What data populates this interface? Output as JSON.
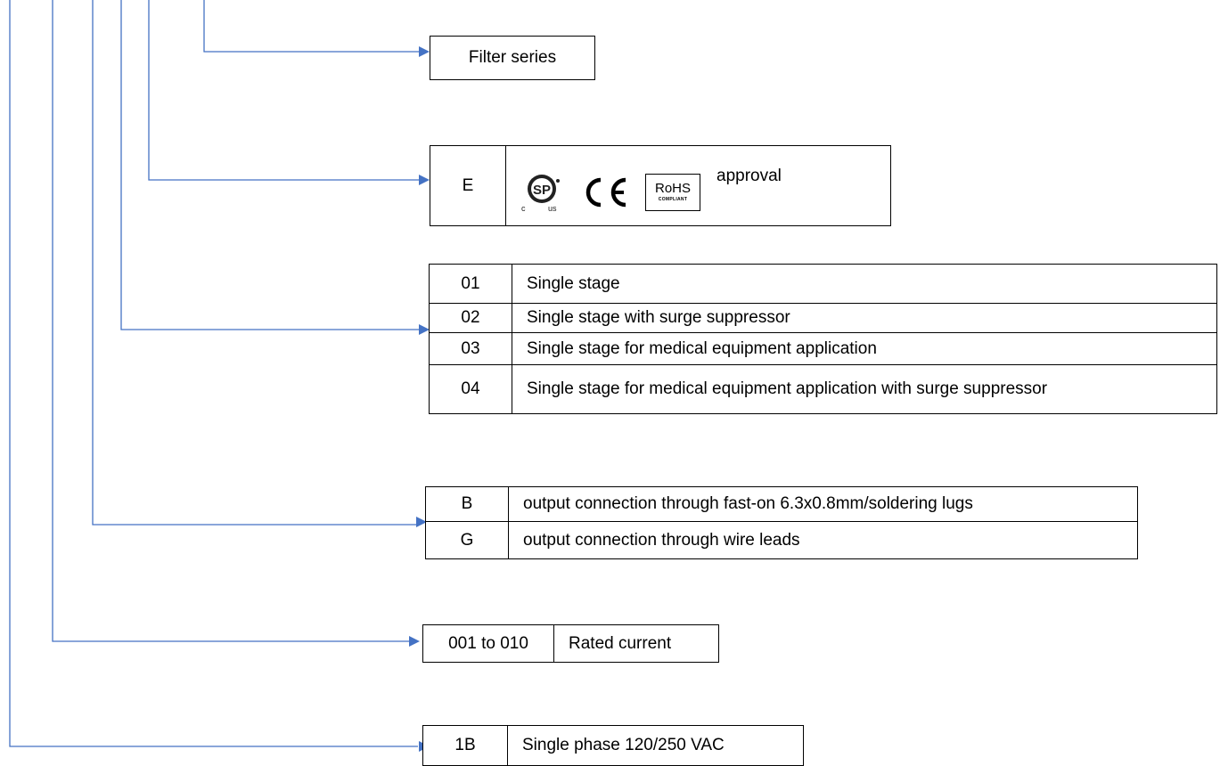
{
  "colors": {
    "connector": "#4472C4",
    "border": "#000000",
    "background": "#ffffff"
  },
  "filter_series": {
    "label": "Filter series"
  },
  "approval": {
    "code": "E",
    "marks": [
      {
        "icon": "csa-c-us-mark-icon",
        "text_c": "c",
        "text_us": "us"
      },
      {
        "icon": "ce-mark-icon",
        "text": "CE"
      },
      {
        "icon": "rohs-compliant-icon",
        "text": "RoHS",
        "subtext": "COMPLIANT"
      }
    ],
    "label": "approval"
  },
  "stages": [
    {
      "code": "01",
      "description": "Single stage"
    },
    {
      "code": "02",
      "description": "Single stage with surge suppressor"
    },
    {
      "code": "03",
      "description": "Single stage for medical equipment application"
    },
    {
      "code": "04",
      "description": "Single stage for medical equipment application with surge suppressor"
    }
  ],
  "connections": [
    {
      "code": "B",
      "description": "output connection through fast-on 6.3x0.8mm/soldering lugs"
    },
    {
      "code": "G",
      "description": "output connection through wire leads"
    }
  ],
  "rated_current": {
    "code": "001 to 010",
    "description": "Rated current"
  },
  "phase": {
    "code": "1B",
    "description": "Single phase 120/250 VAC"
  }
}
